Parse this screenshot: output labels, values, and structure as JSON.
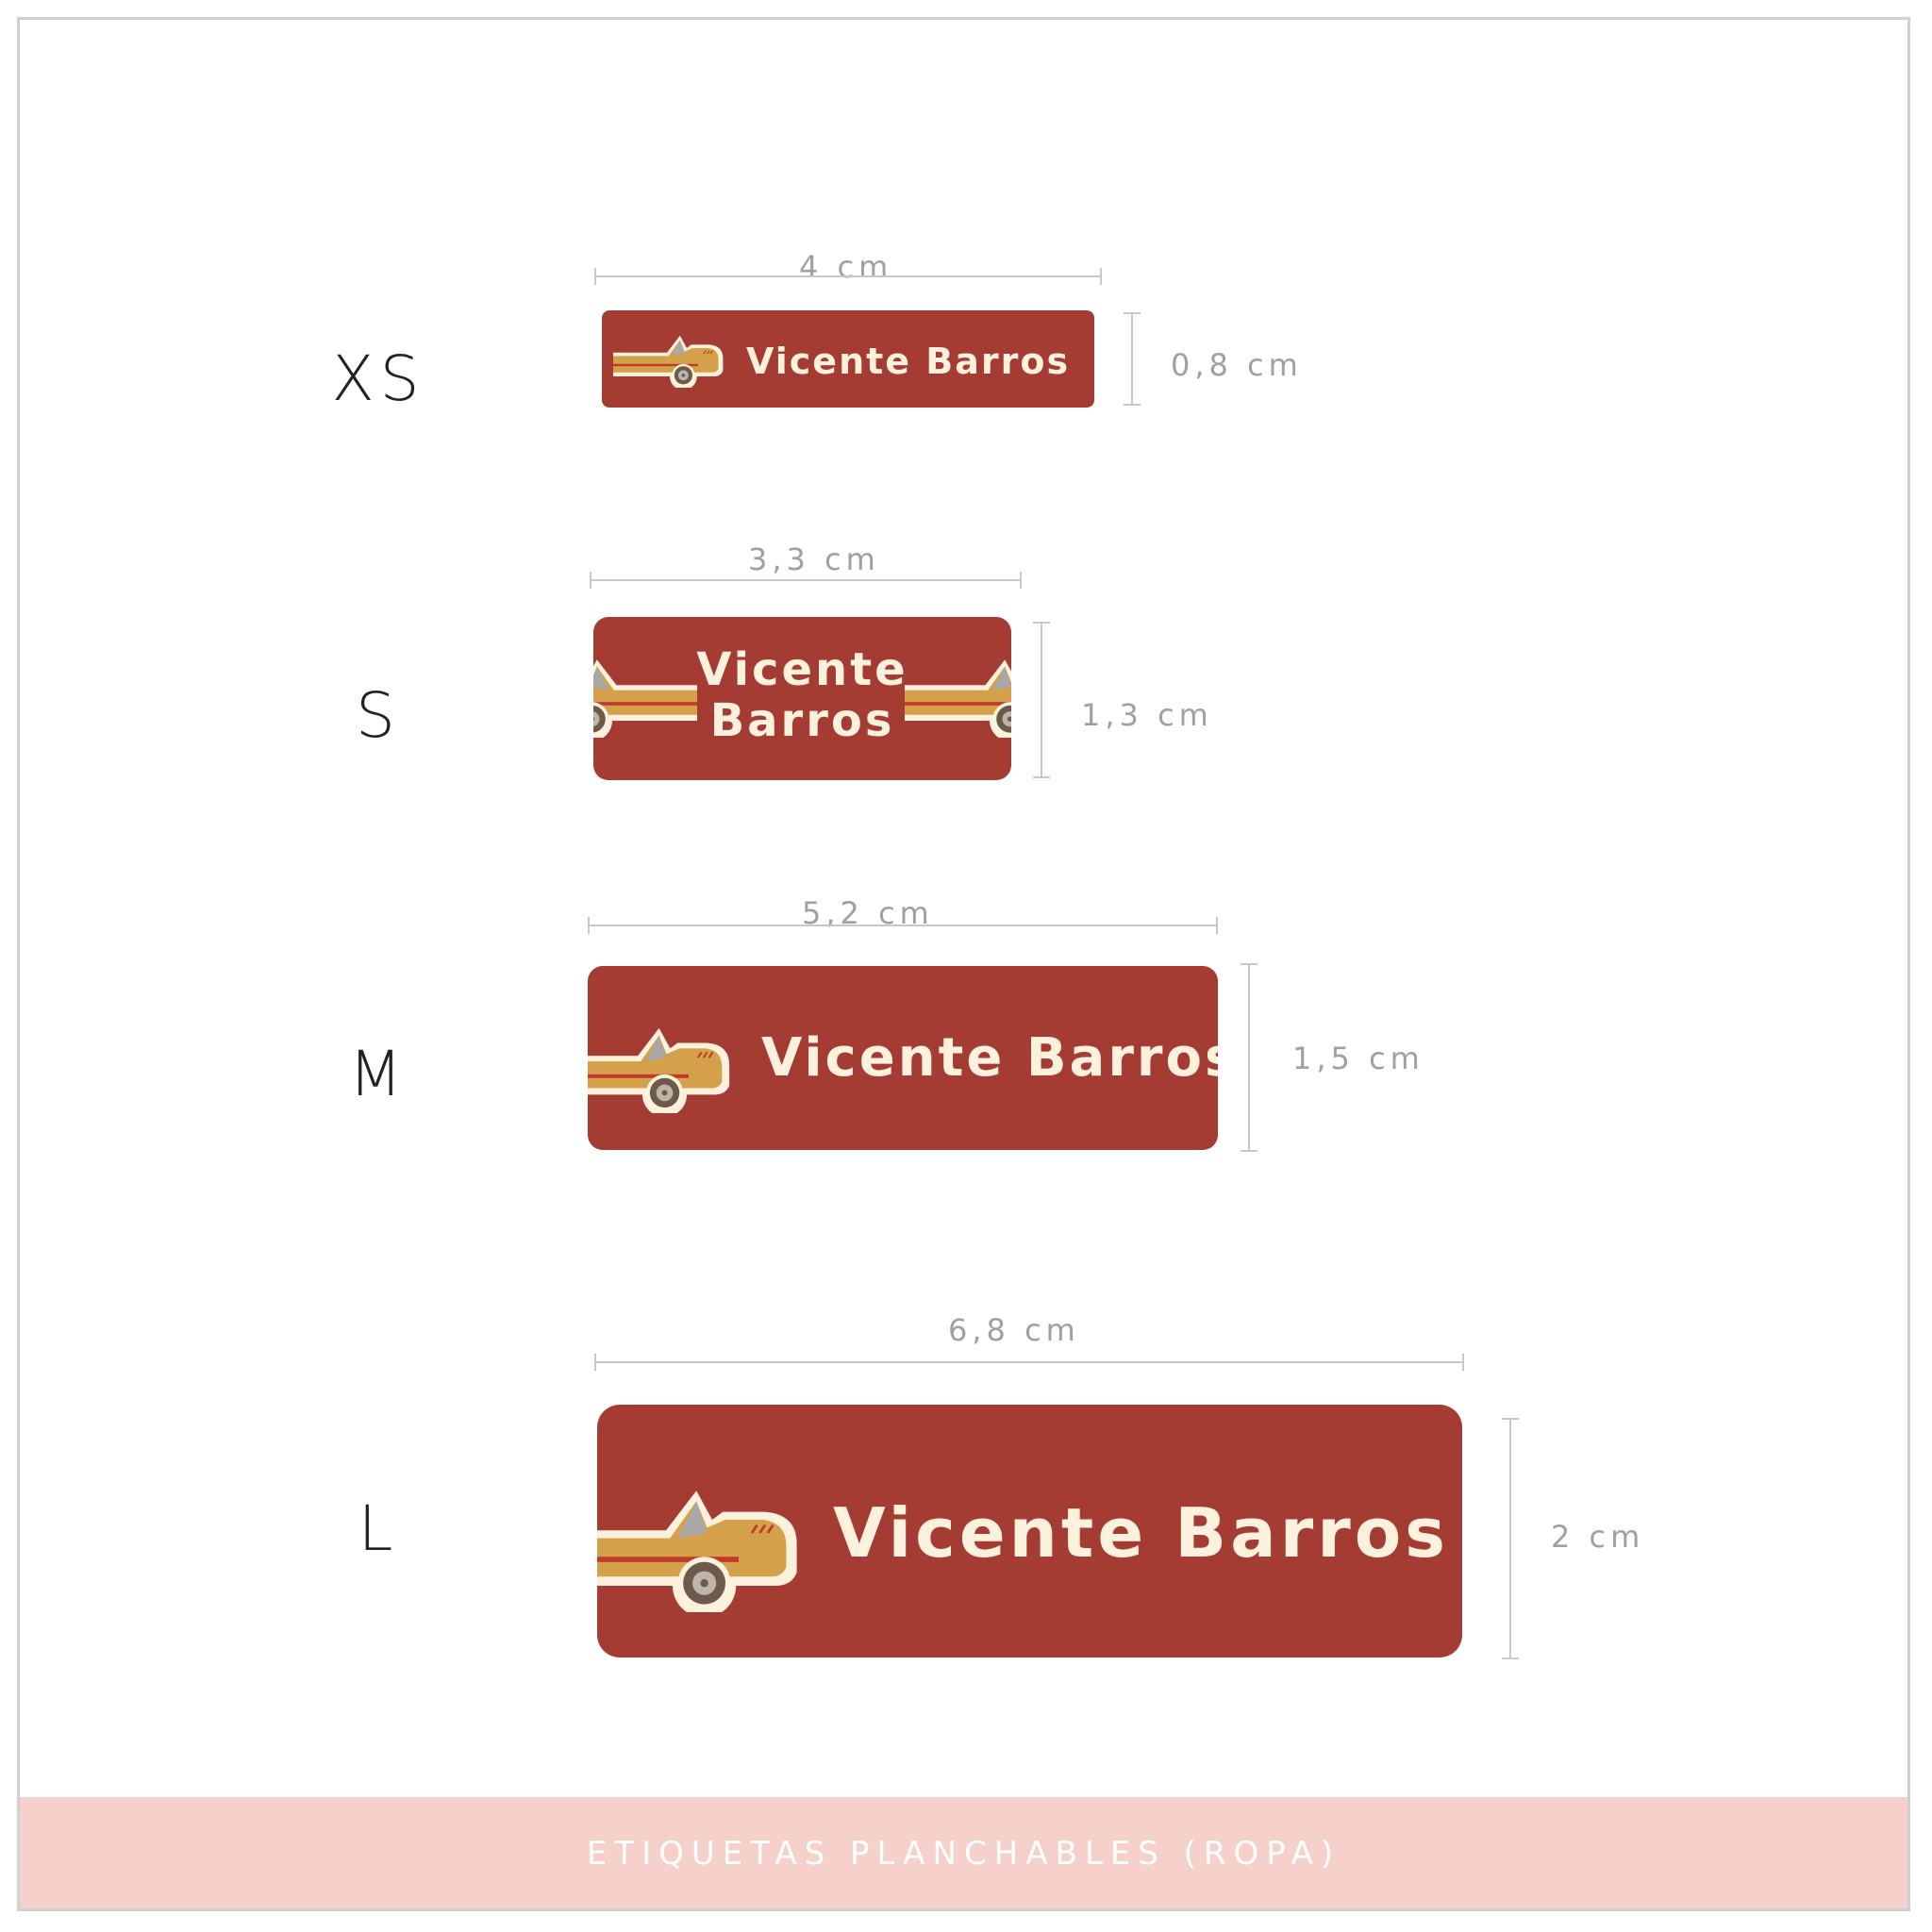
{
  "sizes": [
    {
      "letter": "XS",
      "name": "Vicente Barros",
      "width": "4 cm",
      "height": "0,8 cm"
    },
    {
      "letter": "S",
      "name_line1": "Vicente",
      "name_line2": "Barros",
      "width": "3,3 cm",
      "height": "1,3 cm"
    },
    {
      "letter": "M",
      "name": "Vicente Barros",
      "width": "5,2 cm",
      "height": "1,5 cm"
    },
    {
      "letter": "L",
      "name": "Vicente Barros",
      "width": "6,8 cm",
      "height": "2 cm"
    }
  ],
  "footer": {
    "title": "ETIQUETAS PLANCHABLES (ROPA)"
  },
  "colors": {
    "label_bg": "#a53c34",
    "label_text": "#fbf1dc",
    "car_body": "#d4a04a",
    "car_stripe": "#c0392b",
    "footer_bg": "#f6d1cb"
  },
  "icons": [
    "race-car-icon"
  ]
}
